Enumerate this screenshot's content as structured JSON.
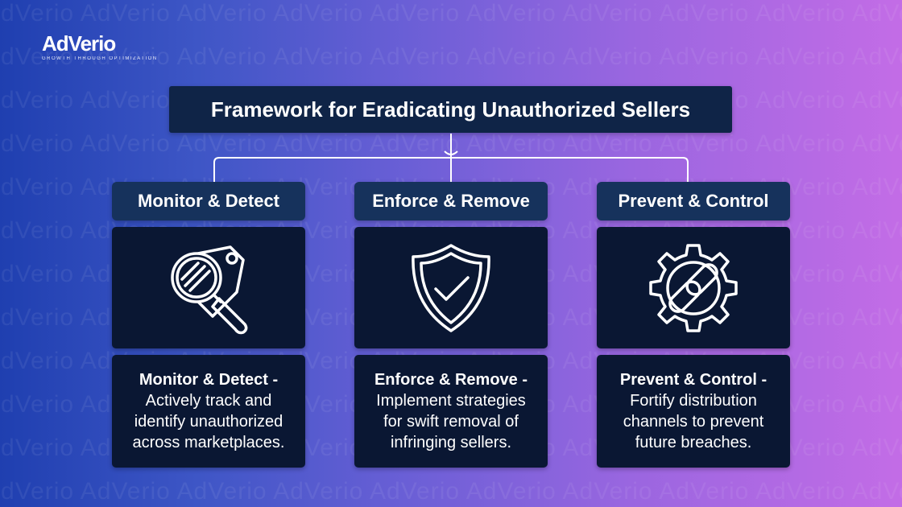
{
  "brand": {
    "logo_text": "AdVerio",
    "tagline": "GROWTH THROUGH OPTIMIZATION",
    "watermark": "AdVerio"
  },
  "diagram": {
    "title": "Framework for Eradicating Unauthorized Sellers",
    "columns": [
      {
        "header": "Monitor & Detect",
        "icon": "magnifier-tag-icon",
        "desc_title": "Monitor & Detect -",
        "desc_lines": [
          "Actively track and",
          "identify unauthorized",
          "across marketplaces."
        ]
      },
      {
        "header": "Enforce & Remove",
        "icon": "shield-check-icon",
        "desc_title": "Enforce & Remove -",
        "desc_lines": [
          "Implement strategies",
          "for swift removal of",
          "infringing sellers."
        ]
      },
      {
        "header": "Prevent & Control",
        "icon": "gear-chain-icon",
        "desc_title": "Prevent & Control -",
        "desc_lines": [
          "Fortify distribution",
          "channels to prevent",
          "future breaches."
        ]
      }
    ]
  },
  "colors": {
    "title_box": "#0f2447",
    "header_box": "#16325c",
    "panel_box": "#0a1733",
    "gradient_left": "#1f3fb0",
    "gradient_right": "#c36ce6"
  }
}
